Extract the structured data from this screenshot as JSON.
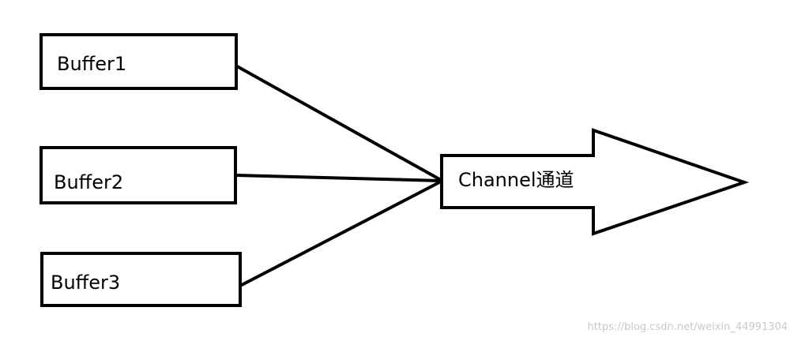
{
  "diagram": {
    "buffers": [
      {
        "label": "Buffer1"
      },
      {
        "label": "Buffer2"
      },
      {
        "label": "Buffer3"
      }
    ],
    "channel": {
      "label": "Channel通道"
    },
    "watermark": "https://blog.csdn.net/weixin_44991304",
    "colors": {
      "stroke": "#000000",
      "background": "#ffffff",
      "watermark": "#c8c8c8"
    }
  }
}
